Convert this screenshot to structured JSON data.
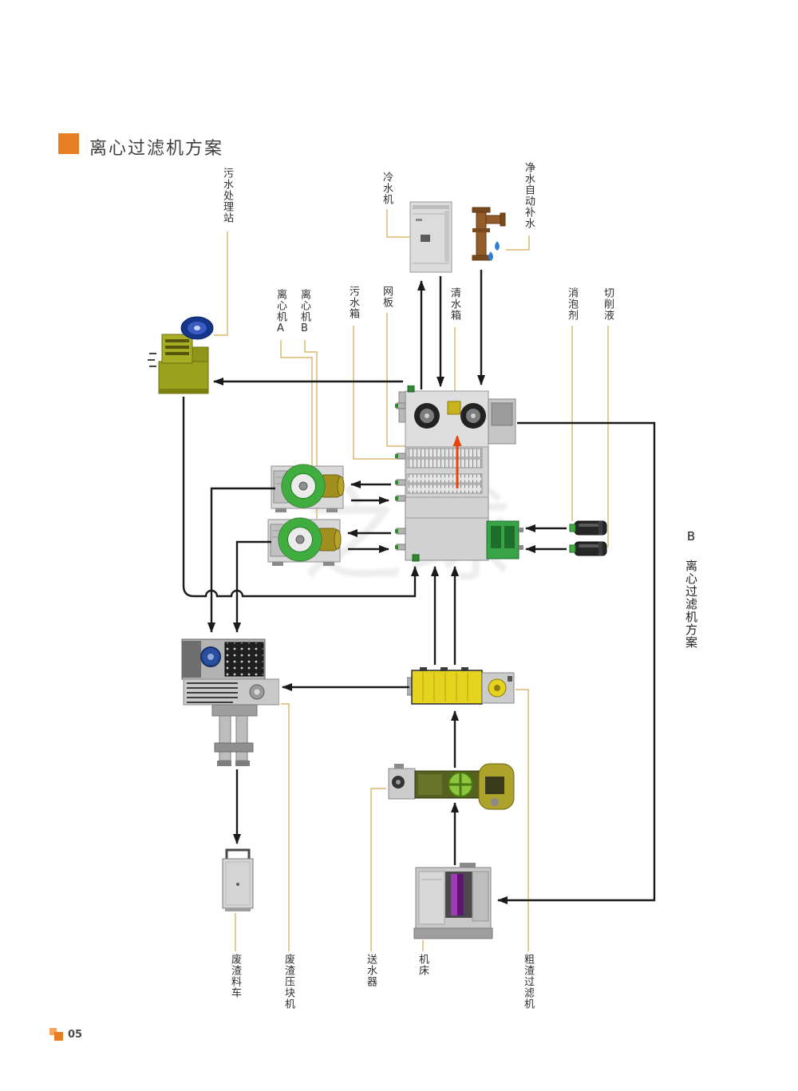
{
  "page": {
    "title": "离心过滤机方案",
    "side_caption": "B 离心过滤机方案",
    "page_number": "05",
    "watermark": "之球"
  },
  "equipment_labels": {
    "sewage_station": "污水处理站",
    "chiller": "冷水机",
    "clean_water_refill": "净水自动补水",
    "centrifuge_a": "离心机A",
    "centrifuge_b": "离心机B",
    "dirty_water_tank": "污水箱",
    "mesh_plate": "网板",
    "clean_water_tank": "清水箱",
    "defoamer": "消泡剂",
    "cutting_fluid": "切削液",
    "waste_cart": "废渣料车",
    "briquetting_press": "废渣压块机",
    "water_feeder": "送水器",
    "machine_tool": "机床",
    "coarse_filter": "粗渣过滤机"
  },
  "colors": {
    "accent_orange": "#e87e23",
    "leader_line": "#d2ab52",
    "arrow_black": "#1a1a1a",
    "flow_red": "#e8420e",
    "centrifuge_green": "#3fae3f",
    "filter_yellow": "#e4d41f"
  }
}
